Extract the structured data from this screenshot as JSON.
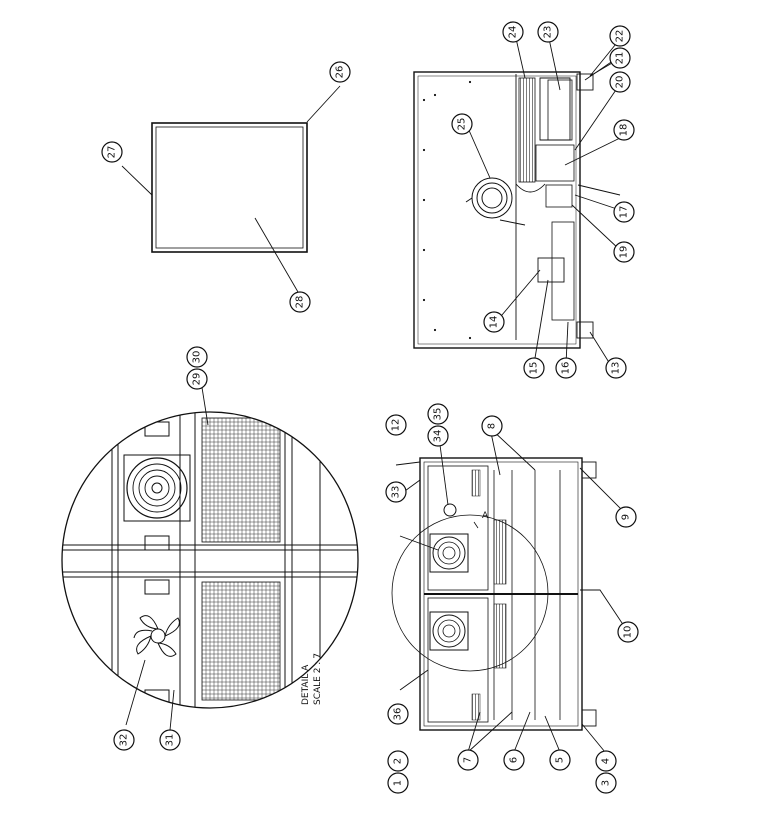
{
  "detail_label": {
    "title": "DETAIL A",
    "scale": "SCALE 2 : 7",
    "section_marker": "A"
  },
  "callouts": [
    {
      "id": "c1",
      "label": "1"
    },
    {
      "id": "c2",
      "label": "2"
    },
    {
      "id": "c3",
      "label": "3"
    },
    {
      "id": "c4",
      "label": "4"
    },
    {
      "id": "c5",
      "label": "5"
    },
    {
      "id": "c6",
      "label": "6"
    },
    {
      "id": "c7",
      "label": "7"
    },
    {
      "id": "c8",
      "label": "8"
    },
    {
      "id": "c9",
      "label": "9"
    },
    {
      "id": "c10",
      "label": "10"
    },
    {
      "id": "c12",
      "label": "12"
    },
    {
      "id": "c13",
      "label": "13"
    },
    {
      "id": "c14",
      "label": "14"
    },
    {
      "id": "c15",
      "label": "15"
    },
    {
      "id": "c16",
      "label": "16"
    },
    {
      "id": "c17",
      "label": "17"
    },
    {
      "id": "c18",
      "label": "18"
    },
    {
      "id": "c19",
      "label": "19"
    },
    {
      "id": "c20",
      "label": "20"
    },
    {
      "id": "c21",
      "label": "21"
    },
    {
      "id": "c22",
      "label": "22"
    },
    {
      "id": "c23",
      "label": "23"
    },
    {
      "id": "c24",
      "label": "24"
    },
    {
      "id": "c25",
      "label": "25"
    },
    {
      "id": "c26",
      "label": "26"
    },
    {
      "id": "c27",
      "label": "27"
    },
    {
      "id": "c28",
      "label": "28"
    },
    {
      "id": "c29",
      "label": "29"
    },
    {
      "id": "c30",
      "label": "30"
    },
    {
      "id": "c31",
      "label": "31"
    },
    {
      "id": "c32",
      "label": "32"
    },
    {
      "id": "c33",
      "label": "33"
    },
    {
      "id": "c34",
      "label": "34"
    },
    {
      "id": "c35",
      "label": "35"
    },
    {
      "id": "c36",
      "label": "36"
    }
  ]
}
